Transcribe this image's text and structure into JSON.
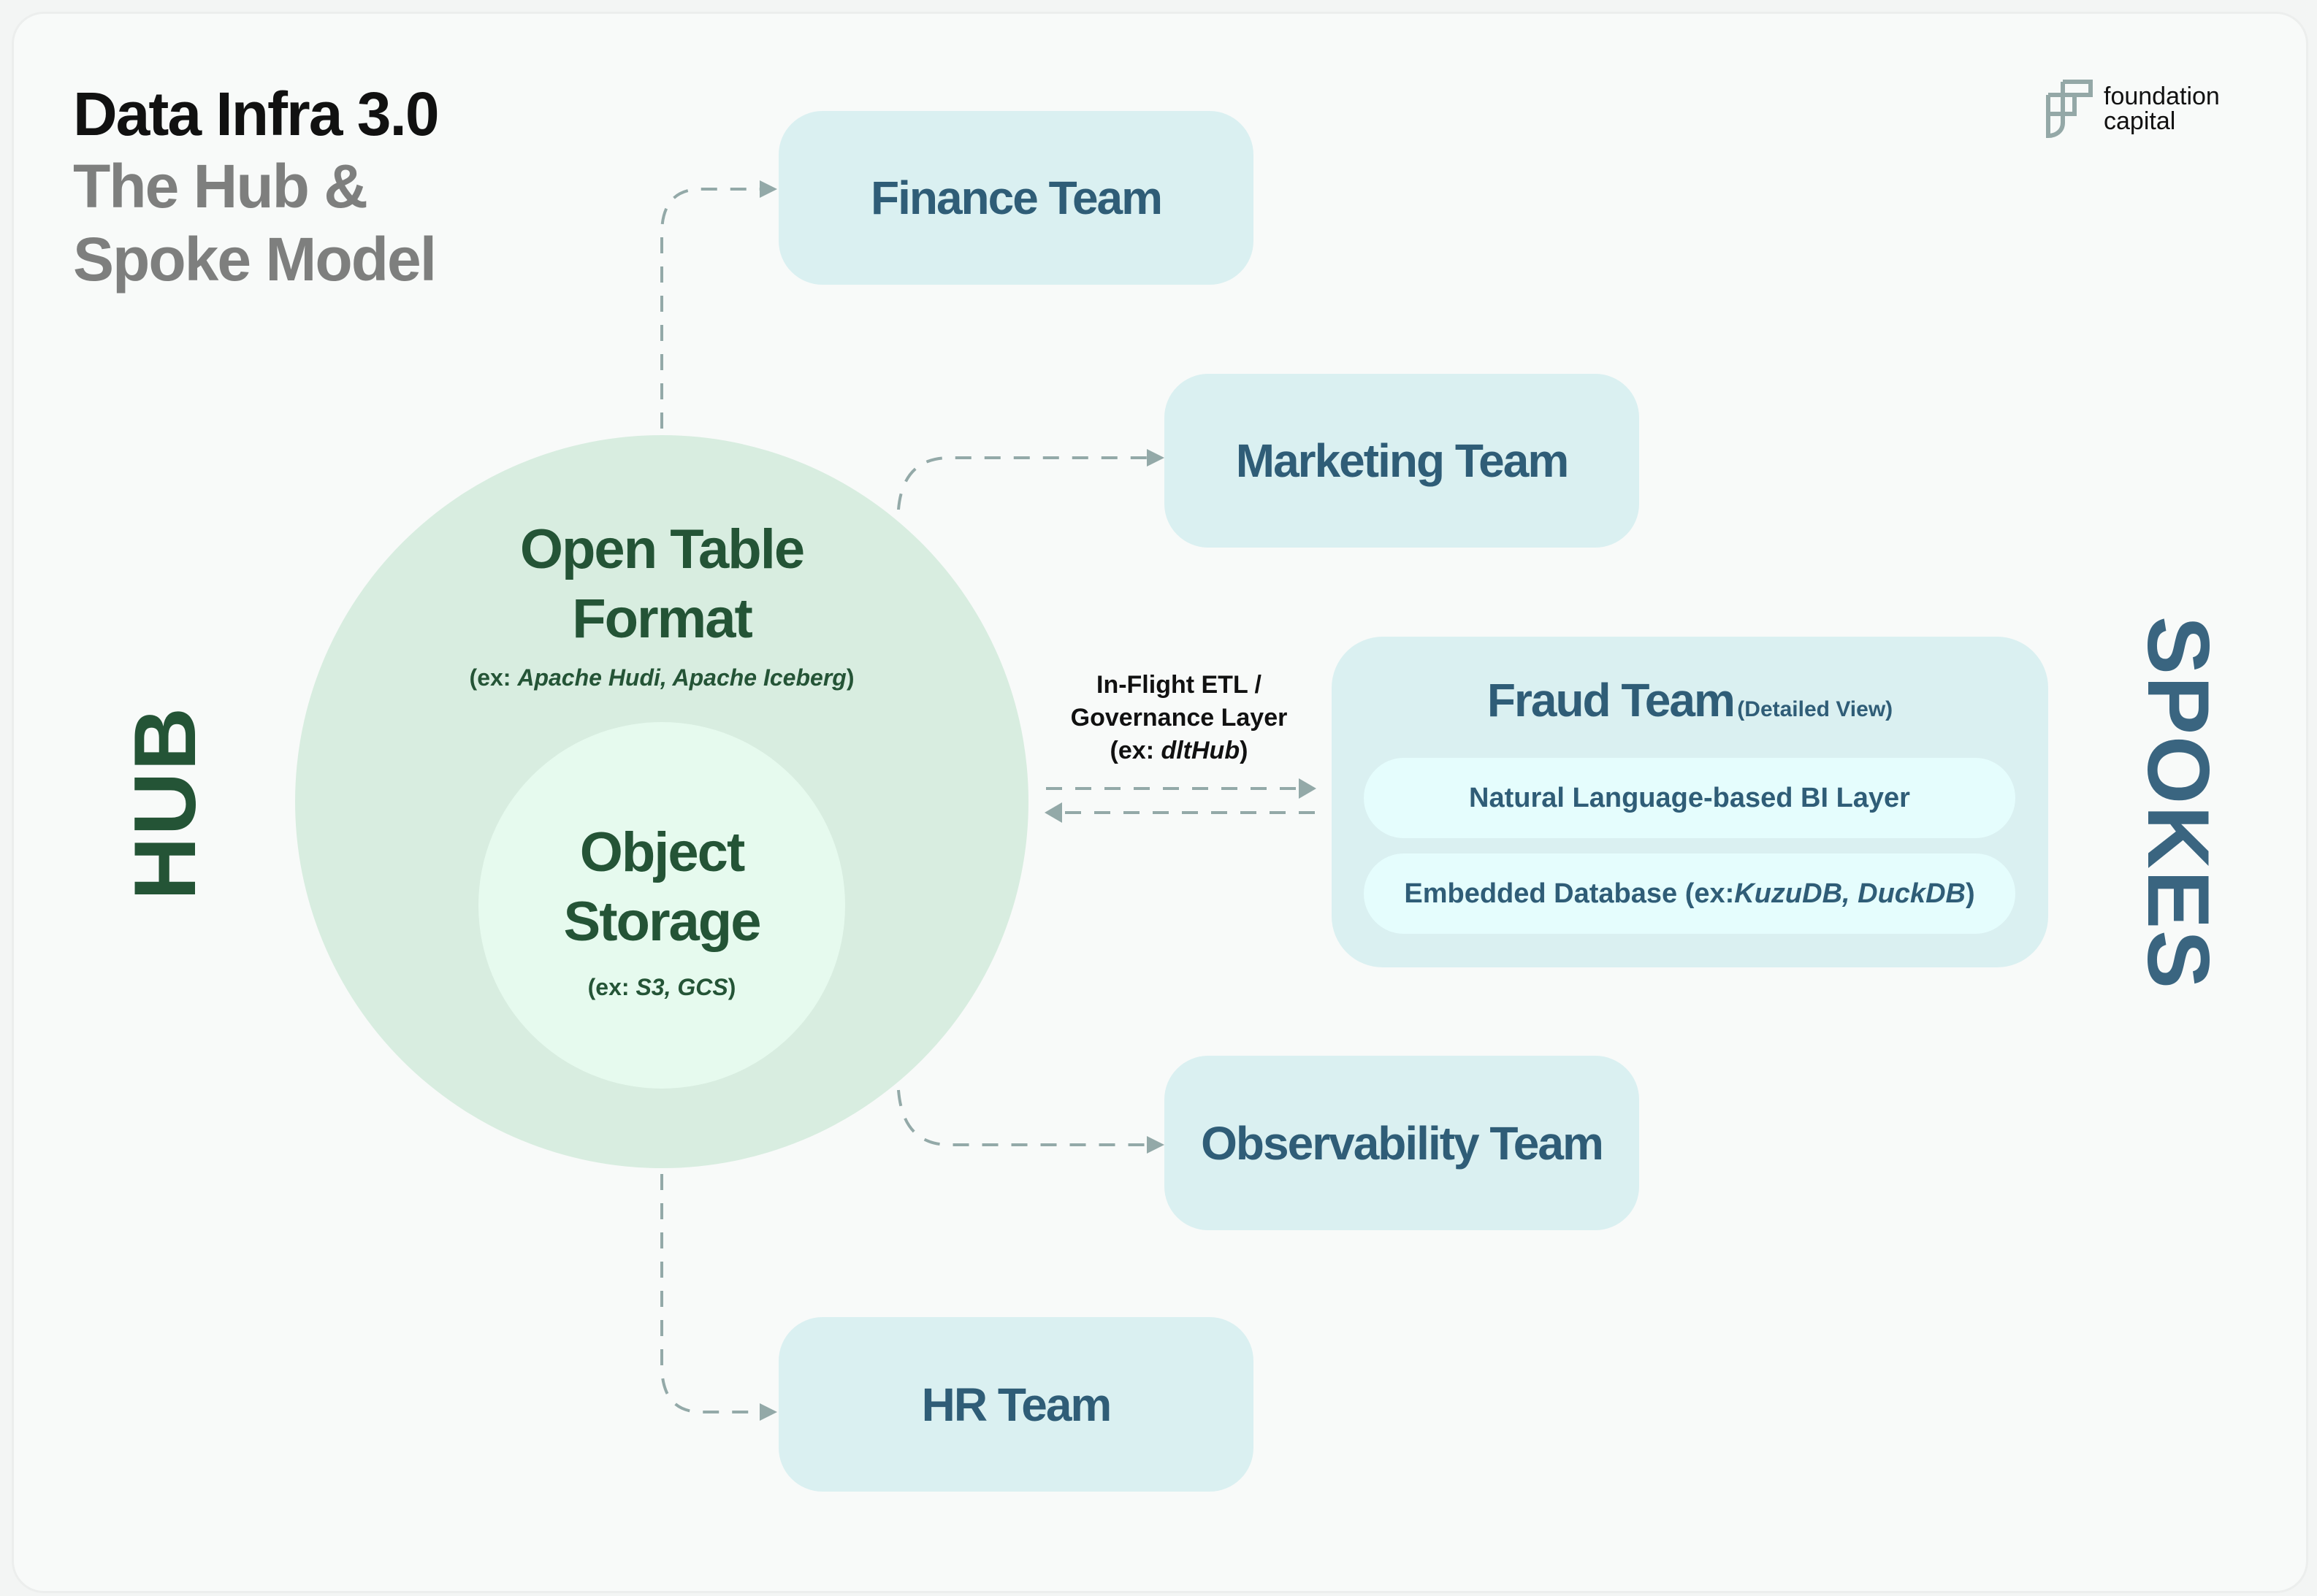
{
  "header": {
    "title": "Data Infra 3.0",
    "subtitle_line1": "The Hub &",
    "subtitle_line2": "Spoke Model"
  },
  "logo": {
    "name_line1": "foundation",
    "name_line2": "capital",
    "icon": "foundation-capital-f-logo"
  },
  "labels": {
    "hub": "HUB",
    "spokes": "SPOKES"
  },
  "hub": {
    "outer": {
      "title_line1": "Open Table",
      "title_line2": "Format",
      "example_prefix": "(ex: ",
      "example_items": "Apache Hudi, Apache Iceberg",
      "example_suffix": ")"
    },
    "inner": {
      "title_line1": "Object",
      "title_line2": "Storage",
      "example_prefix": "(ex: ",
      "example_items": "S3, GCS",
      "example_suffix": ")"
    }
  },
  "etl": {
    "line1": "In-Flight ETL /",
    "line2": "Governance Layer",
    "line3_prefix": "(ex: ",
    "line3_item": "dltHub",
    "line3_suffix": ")"
  },
  "spokes": {
    "finance": "Finance Team",
    "marketing": "Marketing Team",
    "observability": "Observability Team",
    "hr": "HR Team",
    "fraud": {
      "title": "Fraud Team",
      "note": "(Detailed View)",
      "layer1": "Natural Language-based BI Layer",
      "layer2_prefix": "Embedded Database (ex: ",
      "layer2_items": "KuzuDB, DuckDB",
      "layer2_suffix": ")"
    }
  },
  "colors": {
    "hub_text": "#245436",
    "spoke_text": "#2f5d77",
    "spoke_box": "#daf0f1",
    "hub_outer": "#d8ede0",
    "hub_inner": "#e6faee",
    "connector": "#93a9a8"
  }
}
